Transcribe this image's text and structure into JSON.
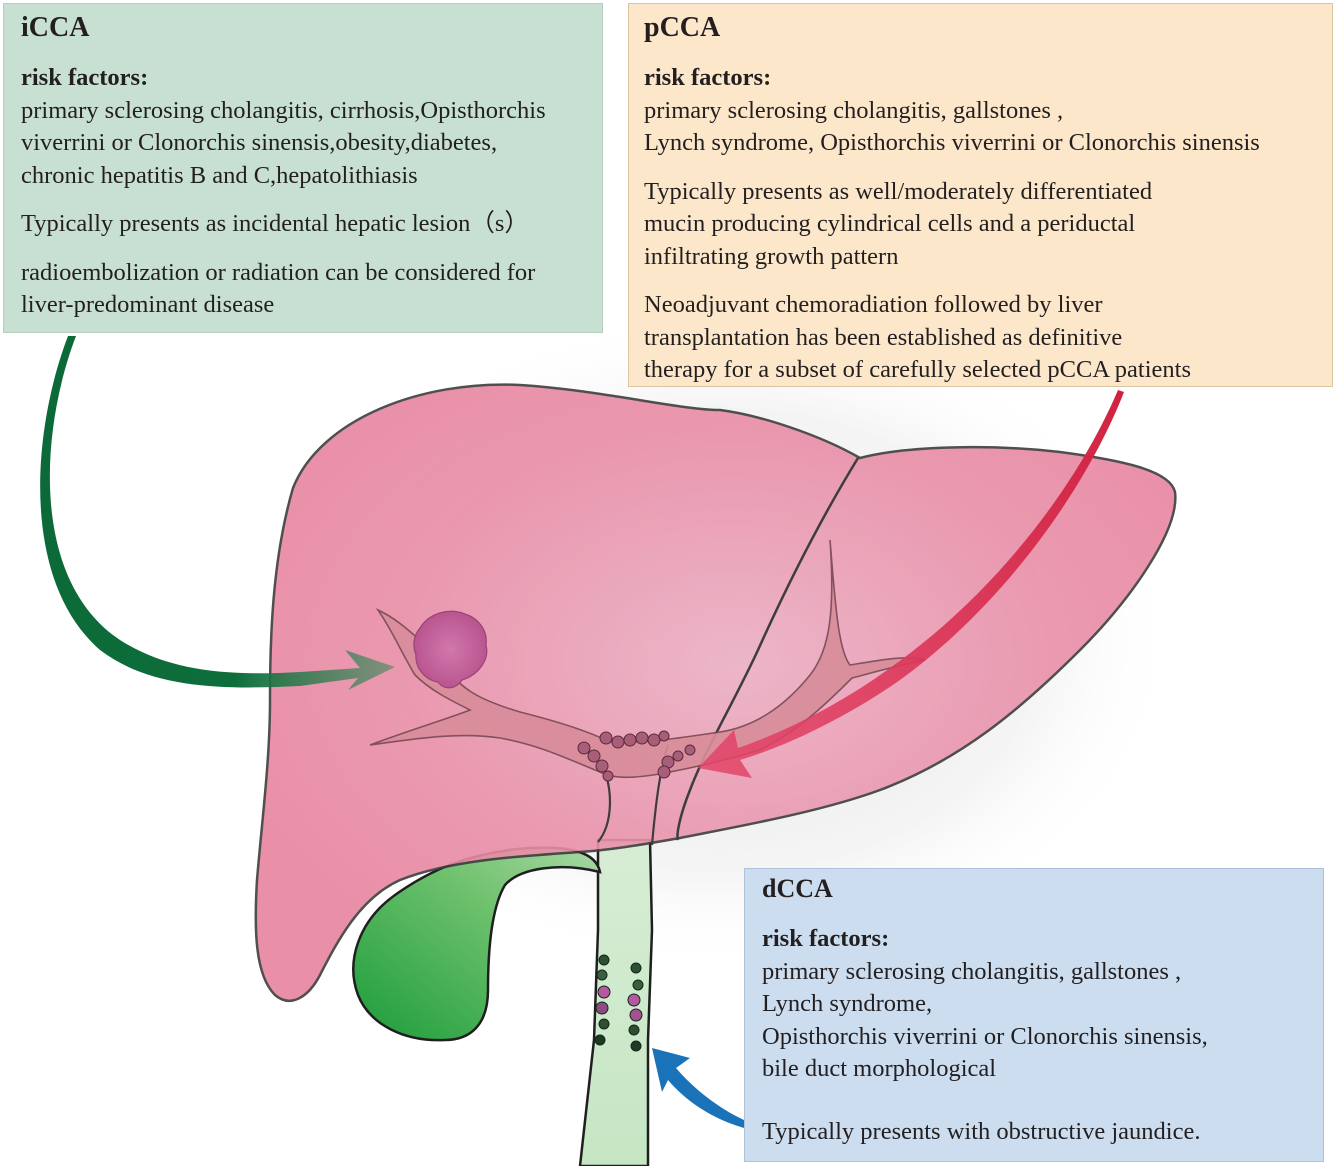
{
  "icca": {
    "title": "iCCA",
    "risk_label": "risk factors:",
    "risk_lines": [
      "primary sclerosing cholangitis, cirrhosis,Opisthorchis",
      "viverrini or Clonorchis sinensis,obesity,diabetes,",
      "chronic hepatitis B and C,hepatolithiasis"
    ],
    "presentation": "Typically presents as incidental hepatic lesion（s）",
    "treatment_lines": [
      "radioembolization or radiation can be considered for",
      "liver-predominant disease"
    ]
  },
  "pcca": {
    "title": "pCCA",
    "risk_label": "risk factors:",
    "risk_lines": [
      "primary sclerosing cholangitis, gallstones ,",
      "Lynch syndrome, Opisthorchis viverrini or Clonorchis sinensis"
    ],
    "presentation_lines": [
      "Typically presents as well/moderately differentiated",
      "mucin producing cylindrical cells and a periductal",
      "infiltrating growth pattern"
    ],
    "treatment_lines": [
      "Neoadjuvant chemoradiation followed by liver",
      "transplantation has been established as definitive",
      "therapy for a subset of carefully selected pCCA patients"
    ]
  },
  "dcca": {
    "title": "dCCA",
    "risk_label": "risk factors:",
    "risk_lines": [
      "primary sclerosing cholangitis, gallstones ,",
      "Lynch syndrome,",
      "Opisthorchis viverrini or Clonorchis sinensis,",
      "bile duct morphological"
    ],
    "presentation": "Typically presents with obstructive jaundice."
  },
  "colors": {
    "liver": "#e98aa3",
    "liver_outline": "#3d3d3d",
    "bile_duct": "#d98d9b",
    "gallbladder": "#3aa94a",
    "common_duct": "#c9e7c9",
    "tumor": "#c0609a",
    "icca_arrow": "#0f6b3c",
    "pcca_arrow": "#d42a4a",
    "dcca_arrow": "#1a72b8",
    "icca_box": "#c3decf",
    "pcca_box": "#fce6c7",
    "dcca_box": "#c9dcee"
  }
}
